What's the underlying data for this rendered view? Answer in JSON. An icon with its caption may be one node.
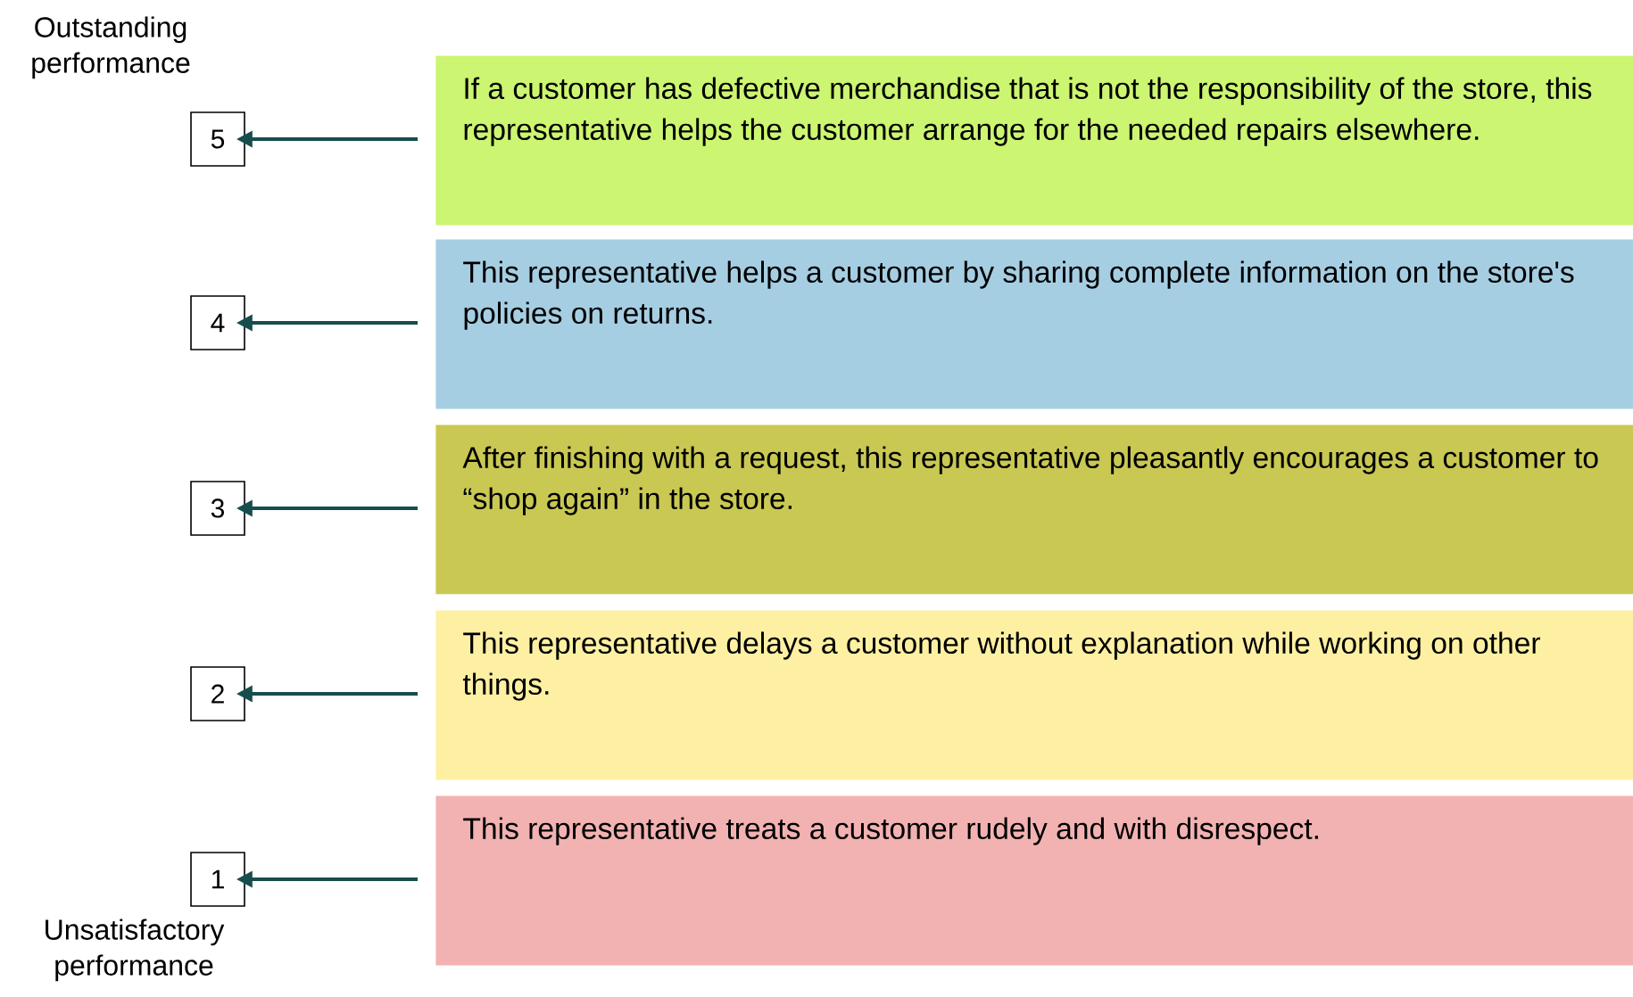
{
  "diagram": {
    "nodes": [
      {
        "text": [
          "5"
        ],
        "beside": [
          "Outstanding performance"
        ]
      },
      {
        "text": [
          "If a customer has defective merchandise that is not the responsibility of the store, this representative helps the customer arrange for the needed repairs elsewhere."
        ]
      },
      {
        "text": [
          "4"
        ]
      },
      {
        "text": [
          "This representative helps a customer by sharing complete information on the store's policies on returns."
        ]
      },
      {
        "text": [
          "3"
        ]
      },
      {
        "text": [
          "After finishing with a request, this representative pleasantly encourages a customer to “shop again” in the store."
        ]
      },
      {
        "text": [
          "2"
        ]
      },
      {
        "text": [
          "This representative delays a customer without explanation while working on other things."
        ]
      },
      {
        "text": [
          "1"
        ],
        "beside": [
          "Unsatisfactory performance"
        ]
      },
      {
        "text": [
          "This representative treats a customer rudely and with disrespect."
        ]
      }
    ],
    "edges": [
      {
        "from": 1,
        "to": 0,
        "arrow": "to"
      },
      {
        "from": 3,
        "to": 2,
        "arrow": "to"
      },
      {
        "from": 5,
        "to": 4,
        "arrow": "to"
      },
      {
        "from": 7,
        "to": 6,
        "arrow": "to"
      },
      {
        "from": 9,
        "to": 8,
        "arrow": "to"
      }
    ]
  }
}
